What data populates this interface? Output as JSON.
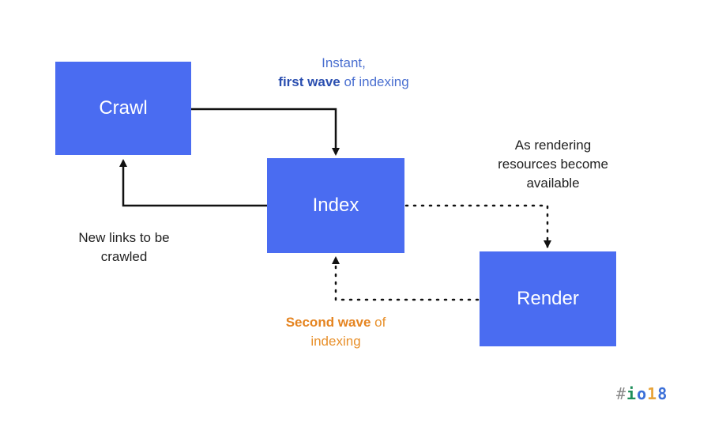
{
  "nodes": {
    "crawl": {
      "label": "Crawl"
    },
    "index": {
      "label": "Index"
    },
    "render": {
      "label": "Render"
    }
  },
  "captions": {
    "first_wave": {
      "line1": "Instant,",
      "bold": "first wave",
      "rest": " of indexing"
    },
    "resources": {
      "line1": "As rendering",
      "line2": "resources become",
      "line3": "available"
    },
    "new_links": {
      "line1": "New links to be",
      "line2": "crawled"
    },
    "second_wave": {
      "bold": "Second wave",
      "rest": " of",
      "line2": "indexing"
    }
  },
  "logo": {
    "hash": "#",
    "chars": [
      "i",
      "o",
      "1",
      "8"
    ]
  },
  "colors": {
    "box": "#4a6cf1",
    "arrow": "#111111",
    "first_wave_text": "#4a6fd0",
    "second_wave_text": "#e8902b"
  }
}
